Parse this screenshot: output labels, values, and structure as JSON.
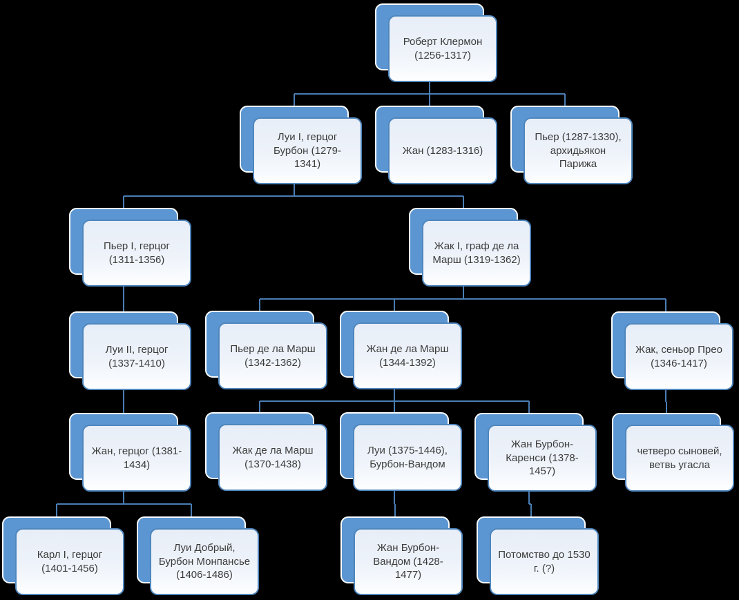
{
  "colors": {
    "background": "#000000",
    "shadow_fill": "#5b96d2",
    "card_border": "#4f86bd",
    "card_fill_top": "#e8eef7",
    "card_fill_bottom": "#fdfeff",
    "connector": "#4a7db4",
    "text": "#3c3c3c"
  },
  "tree": {
    "nodes": [
      {
        "id": "robert",
        "label": "Роберт Клермон (1256-1317)"
      },
      {
        "id": "louis1",
        "label": "Луи I, герцог Бурбон (1279-1341)"
      },
      {
        "id": "jean",
        "label": "Жан (1283-1316)"
      },
      {
        "id": "pierre_arch",
        "label": "Пьер (1287-1330), архидьякон Парижа"
      },
      {
        "id": "pierre1",
        "label": "Пьер I, герцог (1311-1356)"
      },
      {
        "id": "jacques1",
        "label": "Жак I, граф де ла Марш (1319-1362)"
      },
      {
        "id": "louis2",
        "label": "Луи II, герцог (1337-1410)"
      },
      {
        "id": "pierre_marche",
        "label": "Пьер де ла Марш (1342-1362)"
      },
      {
        "id": "jean_marche",
        "label": "Жан де ла Марш (1344-1392)"
      },
      {
        "id": "jacques_preaux",
        "label": "Жак, сеньор Прео (1346-1417)"
      },
      {
        "id": "jean_duke",
        "label": "Жан, герцог (1381-1434)"
      },
      {
        "id": "jacques_marche2",
        "label": "Жак де ла Марш (1370-1438)"
      },
      {
        "id": "louis_vendome",
        "label": "Луи (1375-1446), Бурбон-Вандом"
      },
      {
        "id": "jean_carency",
        "label": "Жан Бурбон-Каренси (1378-1457)"
      },
      {
        "id": "four_sons",
        "label": "четверо сыновей, ветвь угасла"
      },
      {
        "id": "charles1",
        "label": "Карл I, герцог (1401-1456)"
      },
      {
        "id": "louis_montpensier",
        "label": "Луи Добрый, Бурбон Монпансье (1406-1486)"
      },
      {
        "id": "jean_vendome",
        "label": "Жан Бурбон-Вандом (1428-1477)"
      },
      {
        "id": "descendants",
        "label": "Потомство до 1530 г. (?)"
      }
    ],
    "edges": [
      {
        "from": "robert",
        "to": "louis1"
      },
      {
        "from": "robert",
        "to": "jean"
      },
      {
        "from": "robert",
        "to": "pierre_arch"
      },
      {
        "from": "louis1",
        "to": "pierre1"
      },
      {
        "from": "louis1",
        "to": "jacques1"
      },
      {
        "from": "pierre1",
        "to": "louis2"
      },
      {
        "from": "jacques1",
        "to": "pierre_marche"
      },
      {
        "from": "jacques1",
        "to": "jean_marche"
      },
      {
        "from": "jacques1",
        "to": "jacques_preaux"
      },
      {
        "from": "louis2",
        "to": "jean_duke"
      },
      {
        "from": "jean_marche",
        "to": "jacques_marche2"
      },
      {
        "from": "jean_marche",
        "to": "louis_vendome"
      },
      {
        "from": "jean_marche",
        "to": "jean_carency"
      },
      {
        "from": "jacques_preaux",
        "to": "four_sons"
      },
      {
        "from": "jean_duke",
        "to": "charles1"
      },
      {
        "from": "jean_duke",
        "to": "louis_montpensier"
      },
      {
        "from": "louis_vendome",
        "to": "jean_vendome"
      },
      {
        "from": "jean_carency",
        "to": "descendants"
      }
    ]
  }
}
